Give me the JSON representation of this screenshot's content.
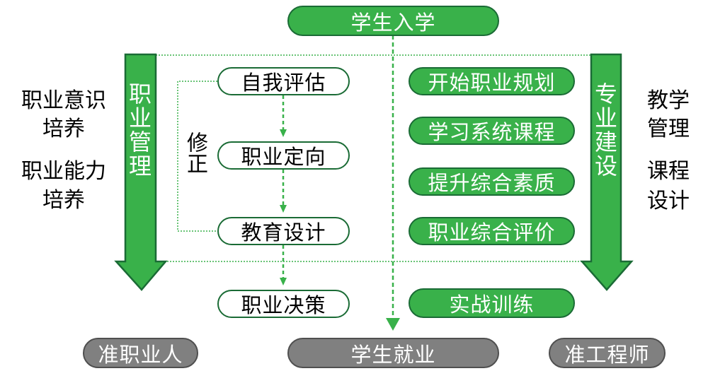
{
  "top": {
    "start": "学生入学"
  },
  "left_arrow": {
    "label": "职业管理"
  },
  "right_arrow": {
    "label": "专业建设"
  },
  "left_side": [
    "职业意识",
    "培养",
    "职业能力",
    "培养"
  ],
  "right_side": [
    "教学",
    "管理",
    "课程",
    "设计"
  ],
  "correction": "修正",
  "left_steps": [
    "自我评估",
    "职业定向",
    "教育设计",
    "职业决策"
  ],
  "right_steps": [
    "开始职业规划",
    "学习系统课程",
    "提升综合素质",
    "职业综合评价",
    "实战训练"
  ],
  "outcomes": [
    "准职业人",
    "学生就业",
    "准工程师"
  ],
  "colors": {
    "green": "#39b14a",
    "dark_green": "#1a6b35",
    "gray": "#808080"
  }
}
